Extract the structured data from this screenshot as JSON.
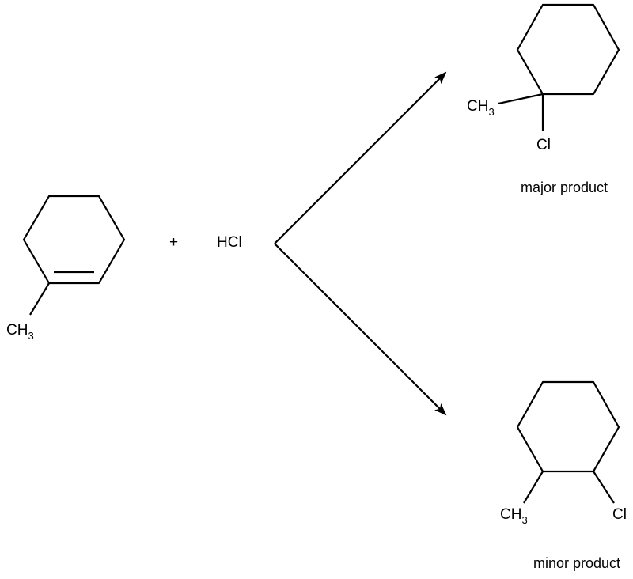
{
  "reactant": {
    "methyl_label": "CH",
    "methyl_subscript": "3"
  },
  "plus_sign": "+",
  "reagent": "HCl",
  "major": {
    "methyl_label": "CH",
    "methyl_subscript": "3",
    "halogen_label": "Cl",
    "caption": "major product"
  },
  "minor": {
    "methyl_label": "CH",
    "methyl_subscript": "3",
    "halogen_label": "Cl",
    "caption": "minor product"
  },
  "colors": {
    "stroke": "#000000",
    "background": "#ffffff"
  }
}
